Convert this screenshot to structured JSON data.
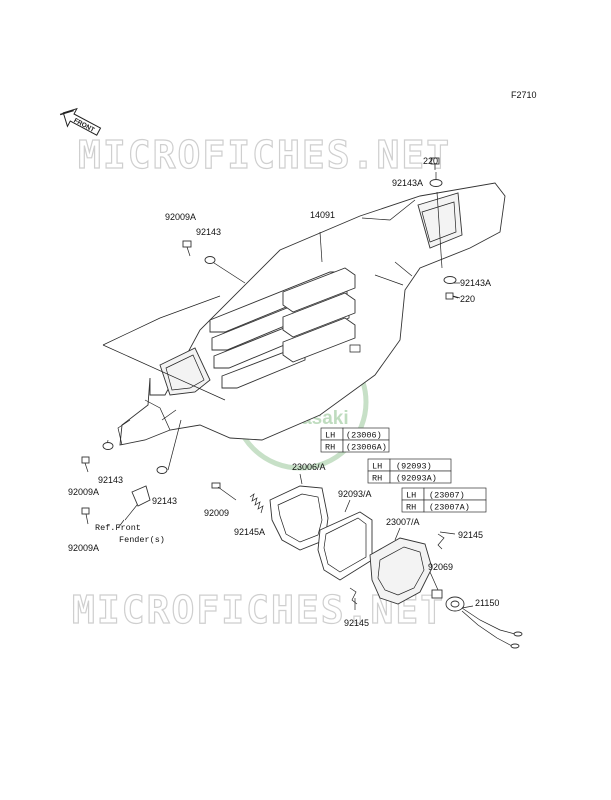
{
  "figure_code": "F2710",
  "front_arrow_text": "FRONT",
  "watermark": "MICROFICHES.NET",
  "logo_text": "Kawasaki",
  "parts": {
    "p220_top": "220",
    "p92143A_top": "92143A",
    "p14091": "14091",
    "p92009A_top": "92009A",
    "p92143_top": "92143",
    "p92143A_right": "92143A",
    "p220_right": "220",
    "p92143_left": "92143",
    "p92009A_mid": "92009A",
    "p92143_lower": "92143",
    "p92009A_bottom": "92009A",
    "ref_front_fender_1": "Ref.Front",
    "ref_front_fender_2": "Fender(s)",
    "p23006A": "23006/A",
    "p92009": "92009",
    "p92145A": "92145A",
    "p92093A": "92093/A",
    "p23007A": "23007/A",
    "p92145_right": "92145",
    "p92069": "92069",
    "p21150": "21150",
    "p92145_bottom": "92145"
  },
  "variants": [
    {
      "lh_label": "LH",
      "lh_value": "(23006)",
      "rh_label": "RH",
      "rh_value": "(23006A)"
    },
    {
      "lh_label": "LH",
      "lh_value": "(92093)",
      "rh_label": "RH",
      "rh_value": "(92093A)"
    },
    {
      "lh_label": "LH",
      "lh_value": "(23007)",
      "rh_label": "RH",
      "rh_value": "(23007A)"
    }
  ]
}
